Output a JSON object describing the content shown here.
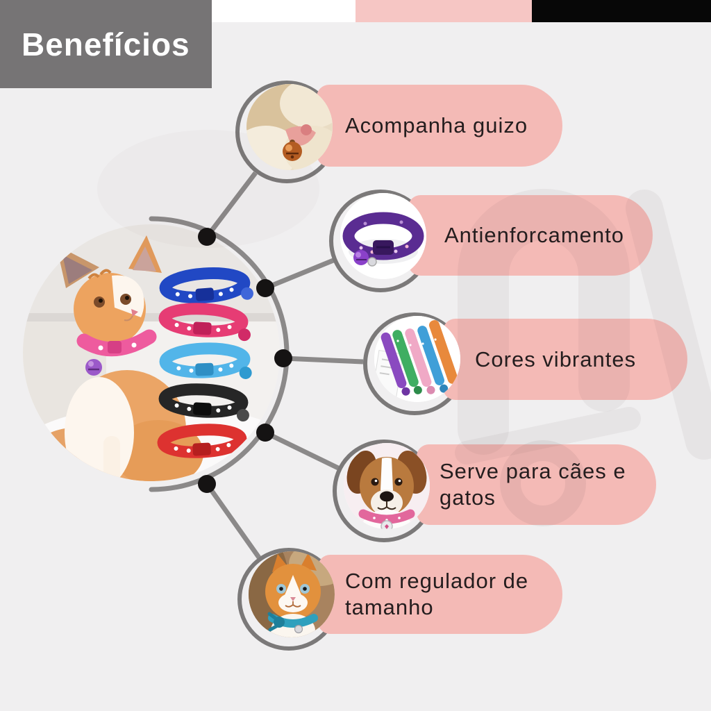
{
  "header": {
    "title": "Benefícios"
  },
  "top_bars": {
    "white_color": "#ffffff",
    "pink_color": "#f6c6c4",
    "black_color": "#070707"
  },
  "benefits": [
    {
      "label": "Acompanha guizo",
      "image": "kitten-fur-with-orange-bell"
    },
    {
      "label": "Antienforcamento",
      "image": "purple-breakaway-collar"
    },
    {
      "label": "Cores vibrantes",
      "image": "assorted-colorful-collars"
    },
    {
      "label": "Serve para cães e\ngatos",
      "image": "puppy-with-pink-collar"
    },
    {
      "label": "Com regulador de\ntamanho",
      "image": "orange-cat-with-teal-collar"
    }
  ],
  "center_image": {
    "description": "kitten-with-pink-collar-beside-collar-color-options",
    "collar_colors": [
      "#2148c4",
      "#e63c74",
      "#52b5e9",
      "#262626",
      "#dd3230"
    ]
  },
  "colors": {
    "background": "#f0eff0",
    "pill": "#f4bab6",
    "header_bg": "#767475",
    "text": "#241d1e",
    "connector": "#8b8989",
    "dot": "#151313",
    "ring": "#7b7979"
  }
}
